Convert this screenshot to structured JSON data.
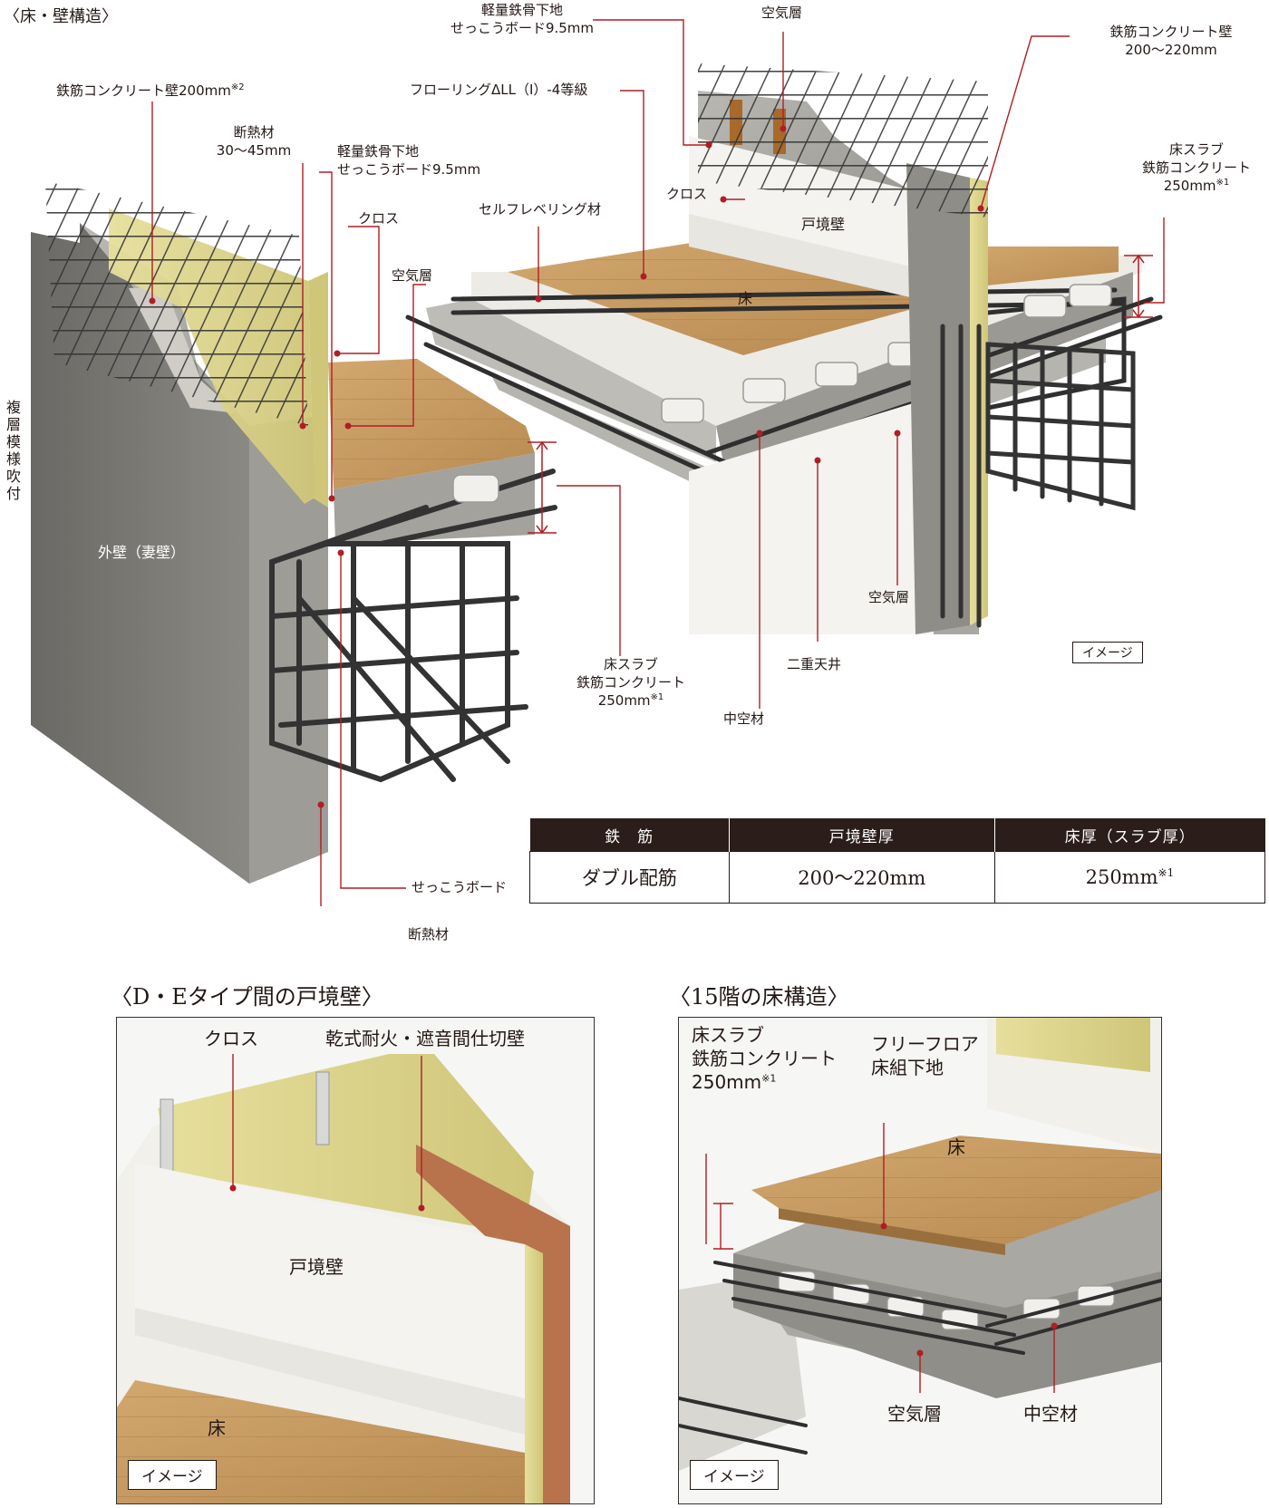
{
  "main_section": {
    "title": "〈床・壁構造〉"
  },
  "main_labels": {
    "ext_rc_wall": "鉄筋コンクリート壁200mm",
    "ext_rc_wall_note": "※2",
    "insulation_top_l1": "断熱材",
    "insulation_top_l2": "30〜45mm",
    "lgs_left_l1": "軽量鉄骨下地",
    "lgs_left_l2": "せっこうボード9.5mm",
    "cloth_left": "クロス",
    "air_left": "空気層",
    "vertical_finish": "複層模様吹付",
    "exterior_wall": "外壁（妻壁）",
    "slab_left_l1": "床スラブ",
    "slab_left_l2": "鉄筋コンクリート",
    "slab_left_l3": "250mm",
    "slab_left_note": "※1",
    "gypsum": "せっこうボード",
    "insulation_bottom": "断熱材",
    "lgs_top_l1": "軽量鉄骨下地",
    "lgs_top_l2": "せっこうボード9.5mm",
    "flooring": "フローリングΔLL（Ⅰ）-4等級",
    "self_leveling": "セルフレベリング材",
    "cloth_right": "クロス",
    "air_top": "空気層",
    "party_wall": "戸境壁",
    "floor": "床",
    "rc_wall_r_l1": "鉄筋コンクリート壁",
    "rc_wall_r_l2": "200〜220mm",
    "slab_right_l1": "床スラブ",
    "slab_right_l2": "鉄筋コンクリート",
    "slab_right_l3": "250mm",
    "slab_right_note": "※1",
    "air_bottom": "空気層",
    "double_ceiling": "二重天井",
    "hollow": "中空材",
    "image_badge": "イメージ"
  },
  "spec_table": {
    "headers": [
      "鉄　筋",
      "戸境壁厚",
      "床厚（スラブ厚）"
    ],
    "row": [
      "ダブル配筋",
      "200〜220mm",
      "250mm"
    ],
    "row_note": "※1"
  },
  "de_section": {
    "title": "〈D・Eタイプ間の戸境壁〉",
    "cloth": "クロス",
    "dry_partition": "乾式耐火・遮音間仕切壁",
    "party_wall": "戸境壁",
    "floor": "床",
    "image_badge": "イメージ"
  },
  "f15_section": {
    "title": "〈15階の床構造〉",
    "slab_l1": "床スラブ",
    "slab_l2": "鉄筋コンクリート",
    "slab_l3": "250mm",
    "slab_note": "※1",
    "free_floor_l1": "フリーフロア",
    "free_floor_l2": "床組下地",
    "floor": "床",
    "air": "空気層",
    "hollow": "中空材",
    "image_badge": "イメージ"
  },
  "colors": {
    "leader": "#b01e23",
    "concrete": "#a9a8a3",
    "concrete_dark": "#7e7d78",
    "wood": "#c49a62",
    "insulation": "#ddd58a",
    "board": "#f2f1ec",
    "rebar": "#3a3a3a"
  }
}
